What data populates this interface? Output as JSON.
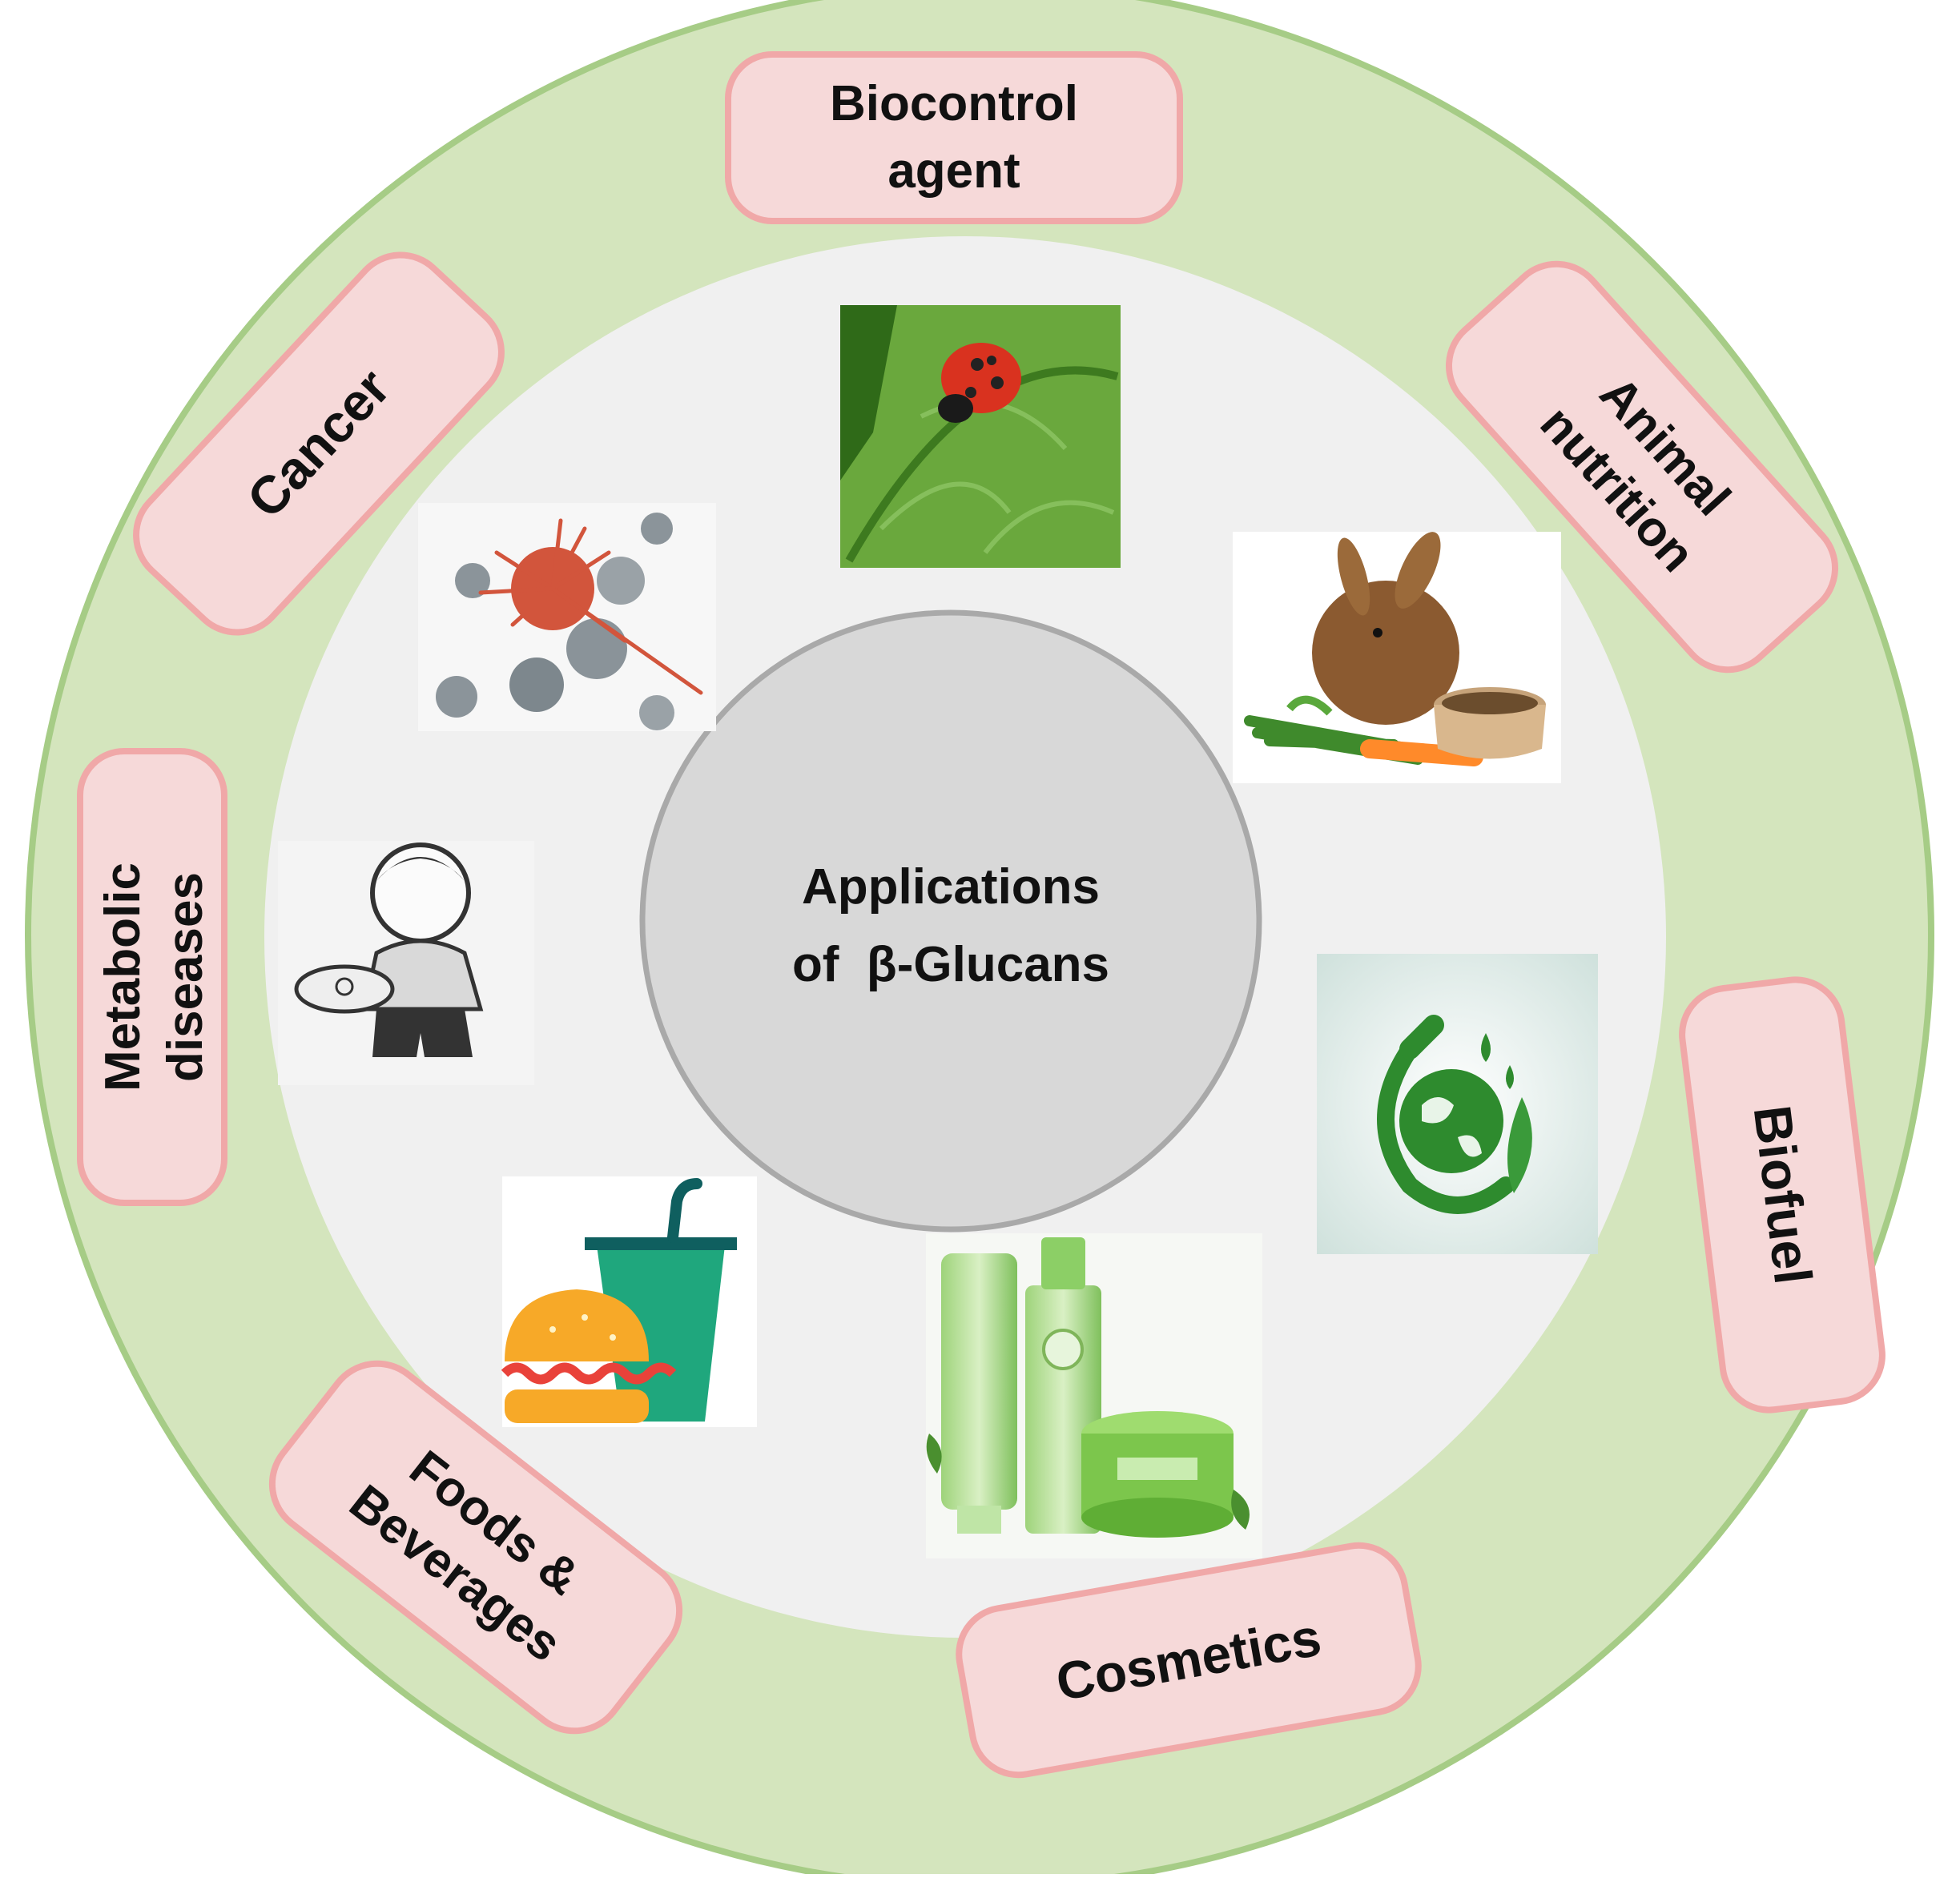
{
  "center": {
    "line1": "Applications",
    "line2": "of  β-Glucans"
  },
  "applications": [
    {
      "id": "biocontrol",
      "lines": [
        "Biocontrol",
        "agent"
      ],
      "icon": "ladybug-on-leaf-icon"
    },
    {
      "id": "animal-nutrition",
      "lines": [
        "Animal",
        "nutrition"
      ],
      "icon": "rabbit-eating-vegetables-icon"
    },
    {
      "id": "biofuel",
      "lines": [
        "Biofuel"
      ],
      "icon": "green-fuel-globe-icon"
    },
    {
      "id": "cosmetics",
      "lines": [
        "Cosmetics"
      ],
      "icon": "cosmetic-products-icon"
    },
    {
      "id": "foods-beverages",
      "lines": [
        "Foods &",
        "Beverages"
      ],
      "icon": "burger-and-drink-icon"
    },
    {
      "id": "metabolic",
      "lines": [
        "Metabolic",
        "diseases"
      ],
      "icon": "overweight-child-with-scale-icon"
    },
    {
      "id": "cancer",
      "lines": [
        "Cancer"
      ],
      "icon": "cancer-cell-icon"
    }
  ],
  "colors": {
    "outer_ring": "#d4e5bd",
    "outer_ring_border": "#a6cc86",
    "inner_disk": "#f0f0f0",
    "center_disk": "#d8d8d8",
    "center_border": "#a9a9a9",
    "label_fill": "#f6d9d9",
    "label_border": "#f0a8a8",
    "text": "#111111"
  }
}
